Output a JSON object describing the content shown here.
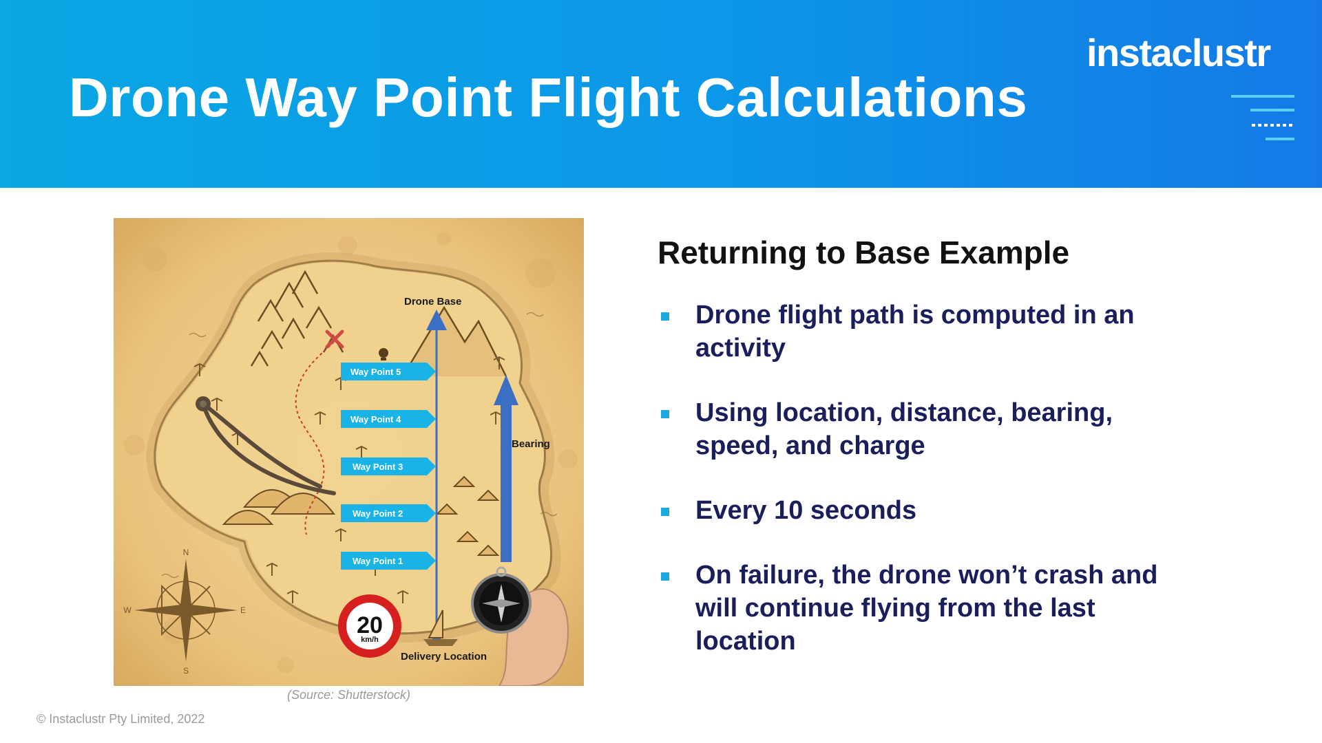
{
  "slide": {
    "title": "Drone Way Point Flight Calculations",
    "logo_text": "instaclustr",
    "copyright": "© Instaclustr Pty Limited, 2022"
  },
  "figure": {
    "source": "(Source: Shutterstock)",
    "labels": {
      "drone_base": "Drone Base",
      "bearing": "Bearing",
      "delivery_location": "Delivery Location",
      "speed_value": "20",
      "speed_unit": "km/h",
      "compass_n": "N",
      "compass_s": "S",
      "compass_e": "E",
      "compass_w": "W"
    },
    "waypoints": [
      "Way Point 5",
      "Way Point 4",
      "Way Point 3",
      "Way Point 2",
      "Way Point 1"
    ]
  },
  "content": {
    "heading": "Returning to Base Example",
    "bullets": [
      "Drone flight path is computed in an activity",
      "Using location, distance, bearing, speed, and charge",
      "Every 10 seconds",
      "On failure, the drone won’t crash and will continue flying from the last location"
    ]
  },
  "colors": {
    "header_start": "#0aa7e4",
    "header_end": "#1479e6",
    "bullet_marker": "#1ba9e1",
    "bullet_text": "#1a1f5c",
    "waypoint_flag": "#1ab3e6",
    "flight_path": "#3b6fc4",
    "speed_sign_red": "#d6201f"
  }
}
